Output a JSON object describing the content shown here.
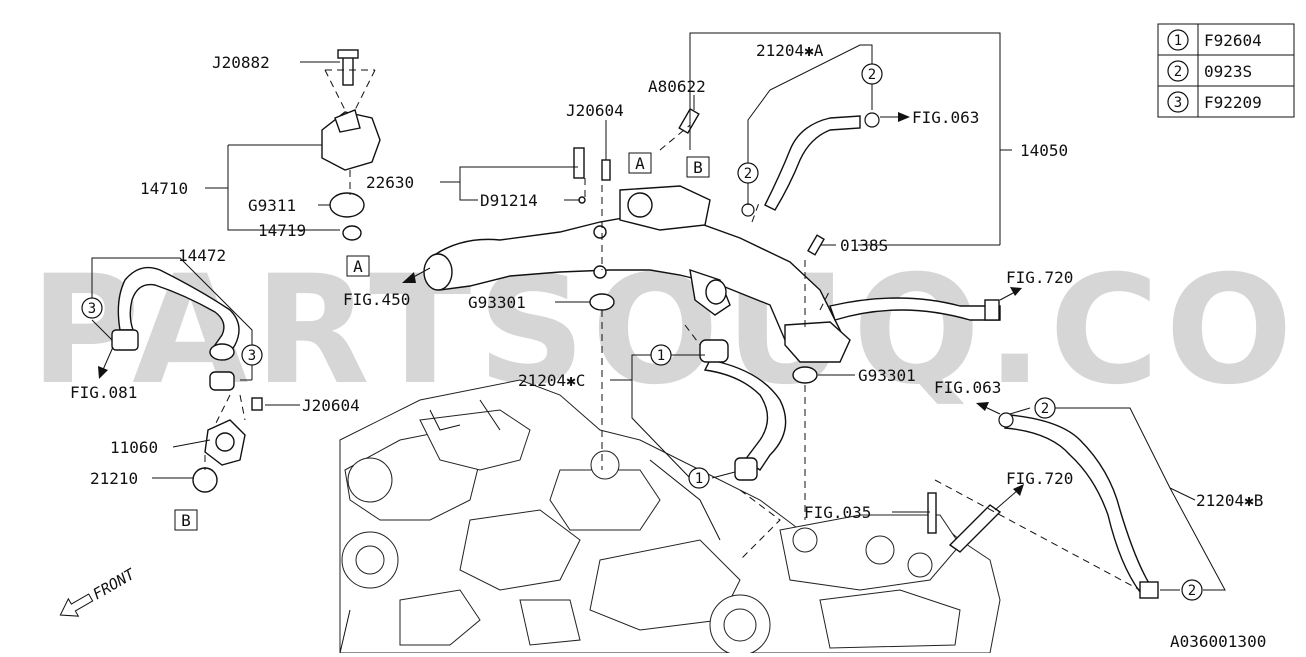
{
  "watermark": "PARTSOUQ.COM",
  "diagram_id": "A036001300",
  "front_label": "FRONT",
  "legend": [
    {
      "num": "1",
      "code": "F92604"
    },
    {
      "num": "2",
      "code": "0923S"
    },
    {
      "num": "3",
      "code": "F92209"
    }
  ],
  "labels": {
    "j20882": "J20882",
    "j20604_top": "J20604",
    "a80622": "A80622",
    "p21204a": "21204✱A",
    "fig063_top": "FIG.063",
    "p14050": "14050",
    "p14710": "14710",
    "p22630": "22630",
    "d91214": "D91214",
    "g9311": "G9311",
    "p14719": "14719",
    "p14472": "14472",
    "p0138s": "0138S",
    "fig720_top": "FIG.720",
    "fig450": "FIG.450",
    "g93301_a": "G93301",
    "fig081": "FIG.081",
    "p21204c": "21204✱C",
    "g93301_b": "G93301",
    "fig063_right": "FIG.063",
    "j20604_left": "J20604",
    "p11060": "11060",
    "p21210": "21210",
    "fig720_right": "FIG.720",
    "fig035": "FIG.035",
    "p21204b": "21204✱B"
  },
  "boxed_refs": {
    "a1": "A",
    "b1": "B",
    "a2": "A",
    "b2": "B"
  },
  "callouts": {
    "c1a": "1",
    "c1b": "1",
    "c2a": "2",
    "c2b": "2",
    "c2c": "2",
    "c2d": "2",
    "c3a": "3",
    "c3b": "3"
  }
}
